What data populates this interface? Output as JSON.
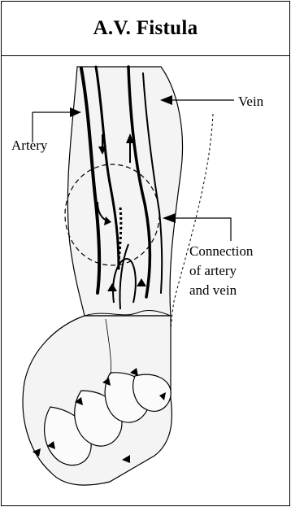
{
  "title": "A.V. Fistula",
  "labels": {
    "artery": "Artery",
    "vein": "Vein",
    "connection_line1": "Connection",
    "connection_line2": "of artery",
    "connection_line3": "and vein"
  },
  "colors": {
    "line": "#000000",
    "skin": "#f4f4f4",
    "background": "#ffffff"
  }
}
